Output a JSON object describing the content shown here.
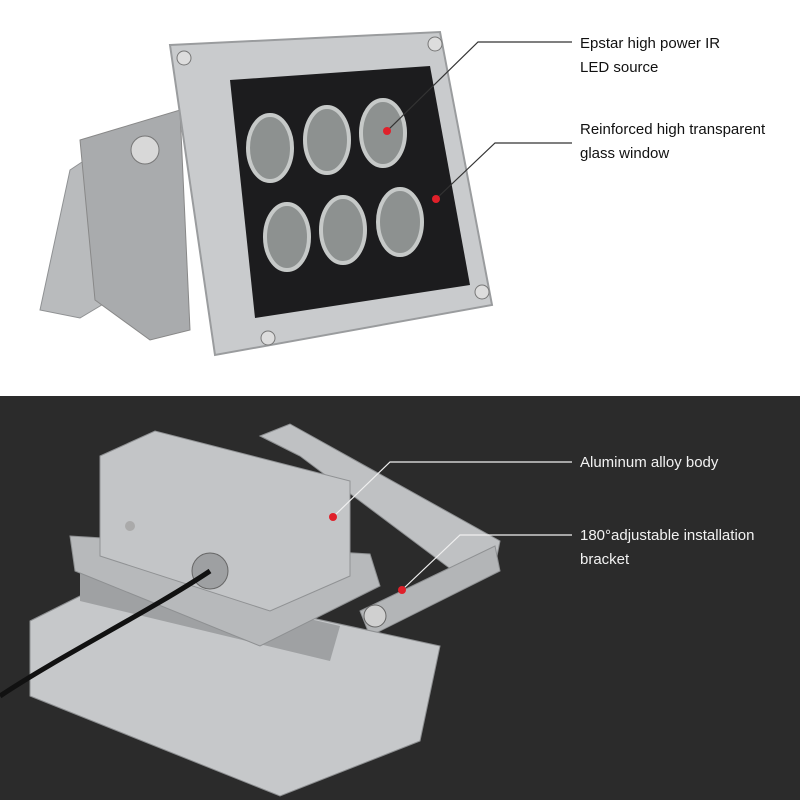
{
  "callouts_top": [
    {
      "line1": "Epstar high power IR",
      "line2": "LED source"
    },
    {
      "line1": "Reinforced high transparent",
      "line2": "glass window"
    }
  ],
  "callouts_bottom": [
    {
      "line1": "Aluminum alloy body",
      "line2": ""
    },
    {
      "line1": "180°adjustable installation",
      "line2": "bracket"
    }
  ],
  "colors": {
    "marker": "#e0202a",
    "top_bg": "#ffffff",
    "bottom_bg": "#2b2b2b",
    "housing": "#c8cacc"
  }
}
